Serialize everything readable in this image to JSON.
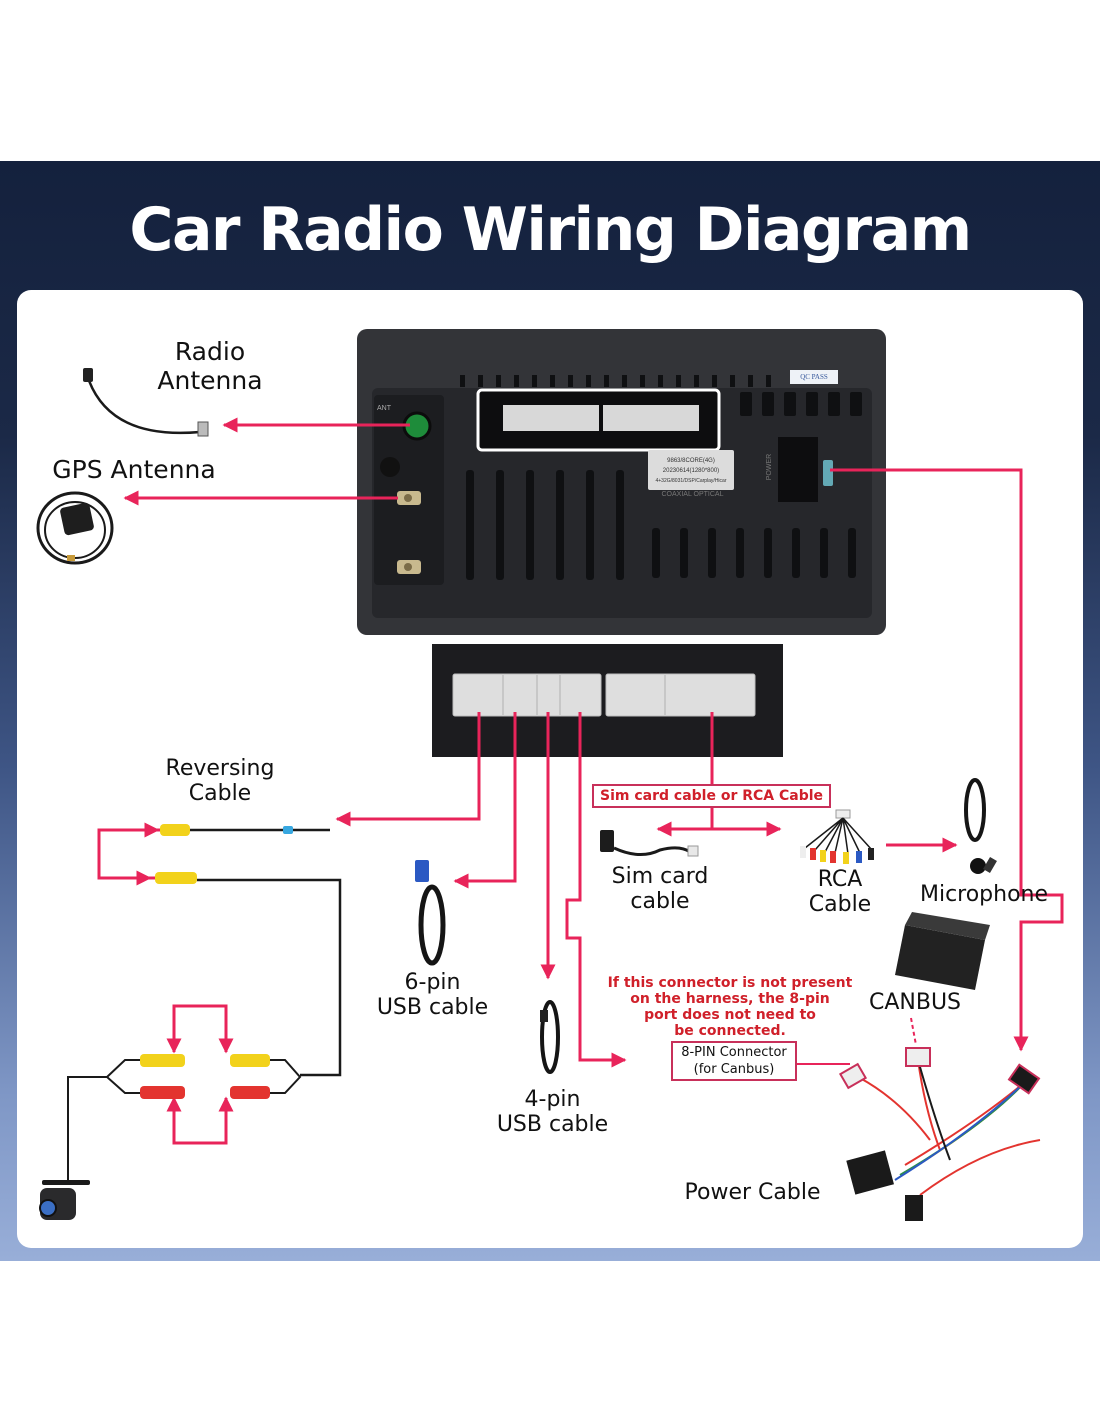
{
  "title": "Car Radio Wiring Diagram",
  "colors": {
    "header_bg": "#14213d",
    "arrow": "#e8245a",
    "note_text": "#d0202a",
    "unit_body": "#2b2c30"
  },
  "head_unit": {
    "ant_label": "ANT",
    "qc_label": "QC PASS",
    "power_label": "POWER",
    "coaxial_label": "COAXIAL OPTICAL",
    "spec_lines": [
      "9863/8CORE(4G)",
      "20230614(1280*800)",
      "4+32G/8031/DSP/Carplay/Hicar"
    ]
  },
  "components": {
    "radio_antenna": "Radio\nAntenna",
    "gps_antenna": "GPS Antenna",
    "reversing_cable": "Reversing\nCable",
    "usb6": "6-pin\nUSB cable",
    "usb4": "4-pin\nUSB cable",
    "sim_card": "Sim card\ncable",
    "rca": "RCA\nCable",
    "microphone": "Microphone",
    "canbus": "CANBUS",
    "power_cable": "Power Cable"
  },
  "callouts": {
    "sim_or_rca": "Sim card cable or RCA Cable",
    "pin8_line1": "8-PIN Connector",
    "pin8_line2": "(for Canbus)",
    "note": "If this connector is not present\non the harness, the 8-pin\nport does not need to\nbe connected."
  },
  "icons": [
    "radio-antenna-cable-icon",
    "gps-antenna-icon",
    "reversing-cable-icon",
    "rear-camera-icon",
    "usb-6pin-cable-icon",
    "usb-4pin-cable-icon",
    "sim-card-cable-icon",
    "rca-cable-icon",
    "microphone-icon",
    "canbus-box-icon",
    "power-harness-icon"
  ]
}
